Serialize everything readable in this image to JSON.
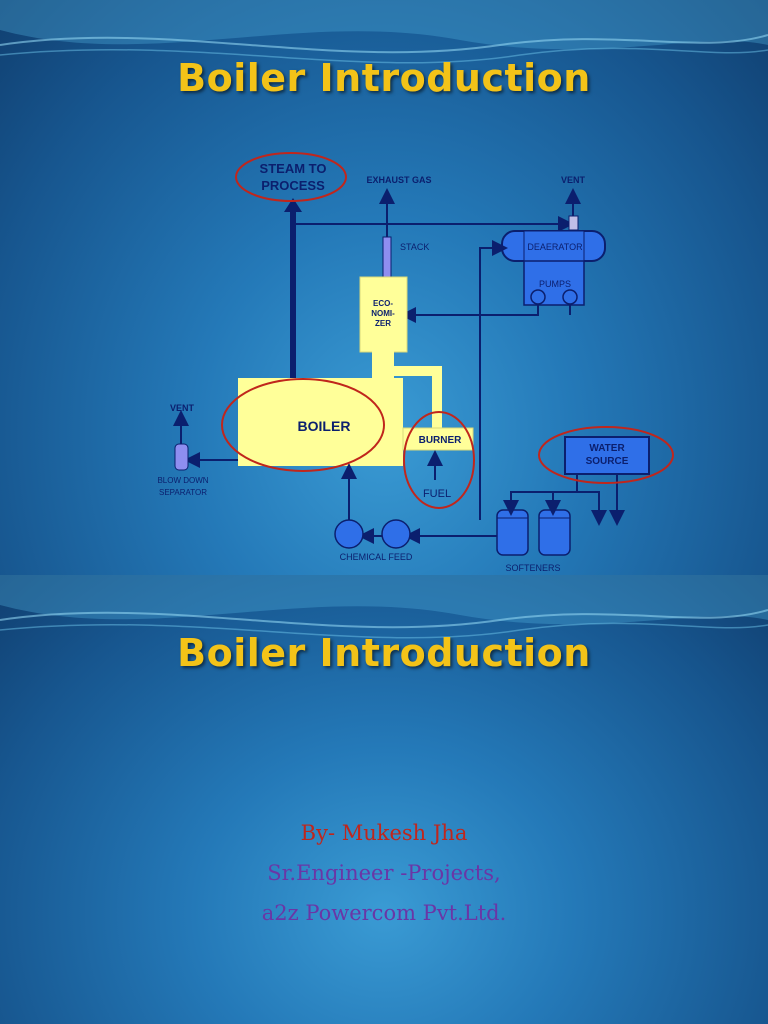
{
  "slide1": {
    "title": "Boiler Introduction",
    "diagram": {
      "steam_to_process_line1": "STEAM TO",
      "steam_to_process_line2": "PROCESS",
      "exhaust_gas": "EXHAUST GAS",
      "vent_top": "VENT",
      "stack": "STACK",
      "deaerator": "DEAERATOR",
      "pumps": "PUMPS",
      "economizer_line1": "ECO-",
      "economizer_line2": "NOMI-",
      "economizer_line3": "ZER",
      "boiler": "BOILER",
      "burner": "BURNER",
      "fuel": "FUEL",
      "vent_left": "VENT",
      "blow_down_line1": "BLOW DOWN",
      "blow_down_line2": "SEPARATOR",
      "water_source_line1": "WATER",
      "water_source_line2": "SOURCE",
      "chemical_feed": "CHEMICAL FEED",
      "softeners": "SOFTENERS"
    }
  },
  "slide2": {
    "title": "Boiler Introduction",
    "author": "By- Mukesh Jha",
    "position": "Sr.Engineer -Projects,",
    "company": "a2z Powercom Pvt.Ltd."
  },
  "colors": {
    "title": "#f3c318",
    "highlight_ellipse": "#c0261c",
    "equipment_yellow": "#ffff99",
    "equipment_blue": "#2f6fe8",
    "line_navy": "#0b1f6e"
  }
}
